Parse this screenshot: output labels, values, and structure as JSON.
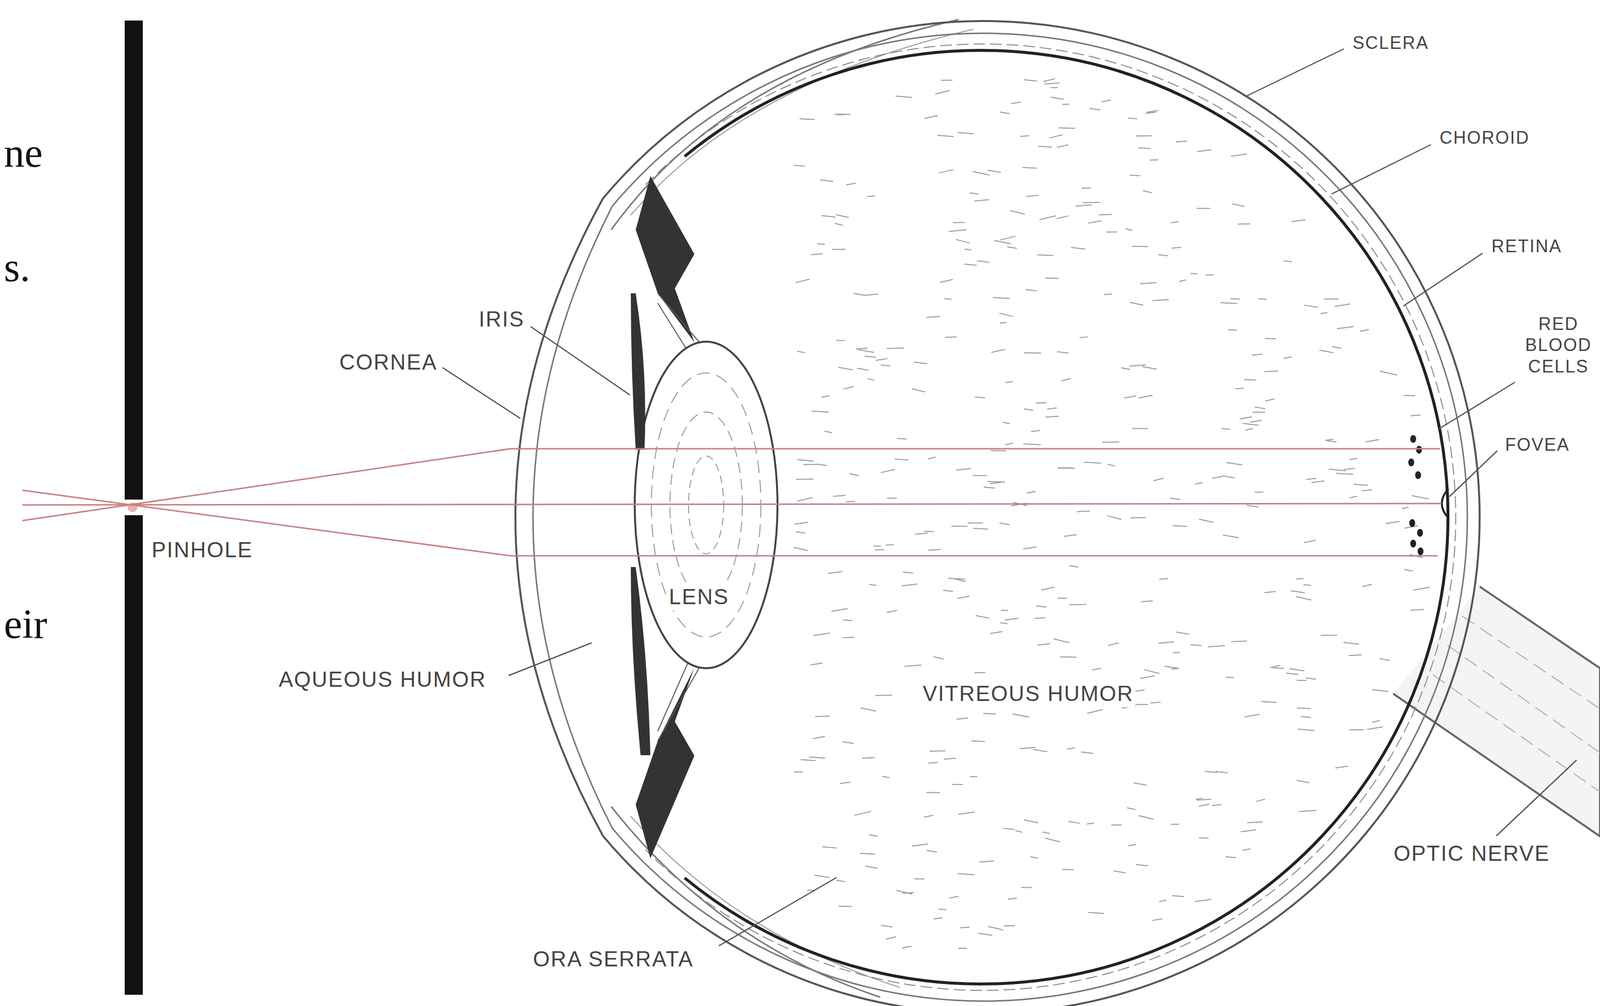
{
  "diagram": {
    "labels": [
      "ne",
      "s.",
      "SCLERA",
      "CHOROID",
      "RETINA",
      "IRIS",
      "CORNEA",
      "RED BLOOD CELLS",
      "FOVEA",
      "PINHOLE",
      "eir",
      "LENS",
      "AQUEOUS HUMOR",
      "VITREOUS HUMOR",
      "OPTIC NERVE",
      "ORA SERRATA"
    ]
  }
}
